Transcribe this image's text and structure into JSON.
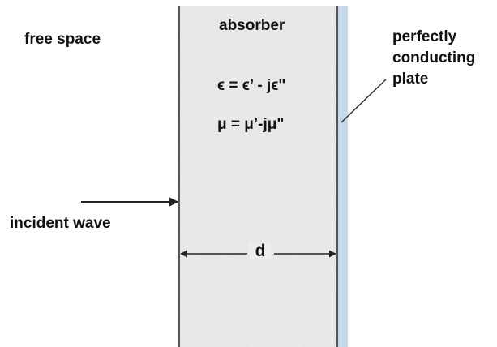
{
  "labels": {
    "free_space": "free space",
    "absorber": "absorber",
    "permittivity": "ϵ = ϵ’ - jϵ\"",
    "permeability": "μ = μ’-jμ\"",
    "plate_line1": "perfectly",
    "plate_line2": "conducting",
    "plate_line3": "plate",
    "incident_wave": "incident wave",
    "thickness": "d"
  },
  "colors": {
    "absorber_fill": "#ecebe9",
    "plate_fill": "#c6d9ea",
    "line": "#222222"
  }
}
